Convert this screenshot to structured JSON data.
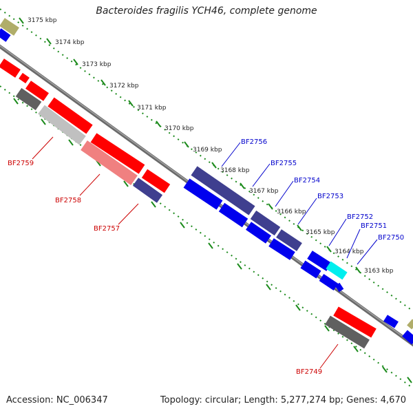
{
  "title": "Bacteroides fragilis YCH46, complete genome",
  "footer": {
    "accession": "Accession: NC_006347",
    "summary": "Topology: circular; Length: 5,277,274 bp; Genes: 4,670"
  },
  "ruler_labels": [
    "3175 kbp",
    "3174 kbp",
    "3173 kbp",
    "3172 kbp",
    "3171 kbp",
    "3170 kbp",
    "3169 kbp",
    "3168 kbp",
    "3167 kbp",
    "3166 kbp",
    "3165 kbp",
    "3164 kbp",
    "3163 kbp"
  ],
  "gene_labels": {
    "upper": [
      "BF2756",
      "BF2755",
      "BF2754",
      "BF2753",
      "BF2752",
      "BF2751",
      "BF2750"
    ],
    "lower": [
      "BF2759",
      "BF2758",
      "BF2757",
      "BF2749"
    ]
  },
  "colors": {
    "backbone": "#7f7f7f",
    "ruler": "#1b8a1b",
    "red": "#ff0000",
    "blue": "#0000ee",
    "navy": "#3f3f8f",
    "gray": "#606060",
    "lightgray": "#c0c0c0",
    "pink": "#f08080",
    "cyan": "#00eeee",
    "olive": "#b0ad6a",
    "upper_label": "#0000cc",
    "lower_label": "#cc0000"
  }
}
